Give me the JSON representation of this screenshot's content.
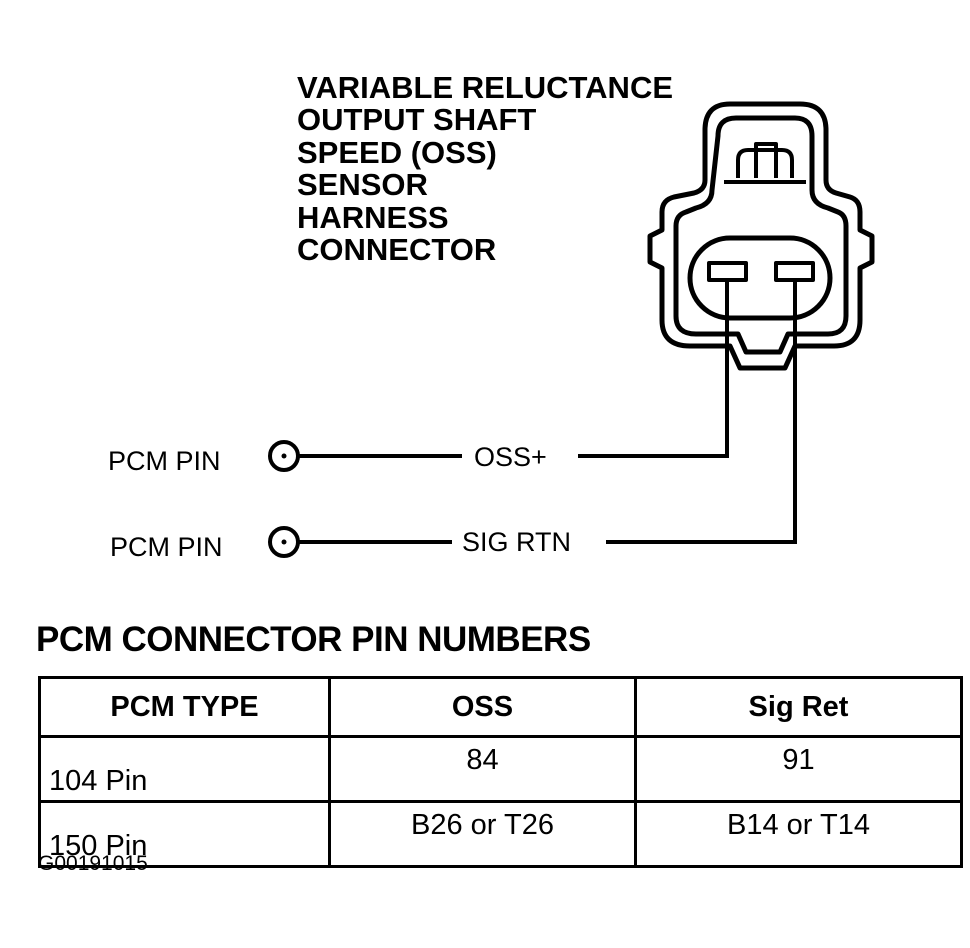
{
  "connector_label": {
    "lines": [
      "VARIABLE RELUCTANCE",
      "OUTPUT SHAFT",
      "SPEED (OSS)",
      "SENSOR",
      "HARNESS",
      "CONNECTOR"
    ]
  },
  "wires": [
    {
      "pin_label": "PCM PIN",
      "signal": "OSS+"
    },
    {
      "pin_label": "PCM PIN",
      "signal": "SIG RTN"
    }
  ],
  "table": {
    "title": "PCM CONNECTOR PIN NUMBERS",
    "headers": [
      "PCM TYPE",
      "OSS",
      "Sig Ret"
    ],
    "rows": [
      [
        "104 Pin",
        "84",
        "91"
      ],
      [
        "150 Pin",
        "B26 or T26",
        "B14 or T14"
      ]
    ]
  },
  "figure_id": "G00191015"
}
